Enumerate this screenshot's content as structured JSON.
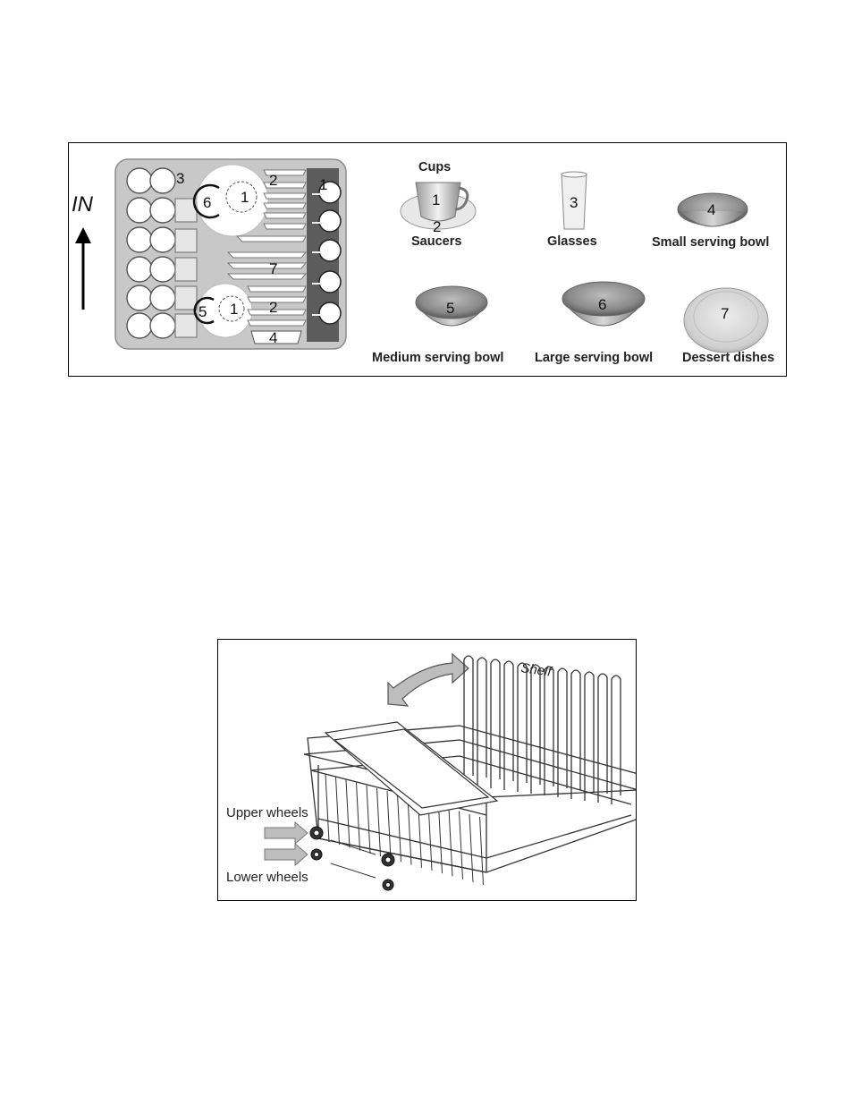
{
  "loading_diagram": {
    "direction_label": "IN",
    "rack_numbers": {
      "glasses": "3",
      "large_bowl": "6",
      "cup_top": "1",
      "saucer_top": "2",
      "dessert": "7",
      "saucer_bottom": "2",
      "small_bowl": "4",
      "medium_bowl": "5",
      "cup_bottom": "1",
      "right_cup": "1"
    },
    "legend": {
      "cups": {
        "label": "Cups",
        "number": "1"
      },
      "saucers": {
        "label": "Saucers",
        "number": "2"
      },
      "glasses": {
        "label": "Glasses",
        "number": "3"
      },
      "small_bowl": {
        "label": "Small serving bowl",
        "number": "4"
      },
      "medium_bowl": {
        "label": "Medium serving bowl",
        "number": "5"
      },
      "large_bowl": {
        "label": "Large serving bowl",
        "number": "6"
      },
      "dessert": {
        "label": "Dessert dishes",
        "number": "7"
      }
    }
  },
  "rack_diagram": {
    "shelf_label": "Shelf",
    "upper_wheels_label": "Upper wheels",
    "lower_wheels_label": "Lower wheels"
  }
}
